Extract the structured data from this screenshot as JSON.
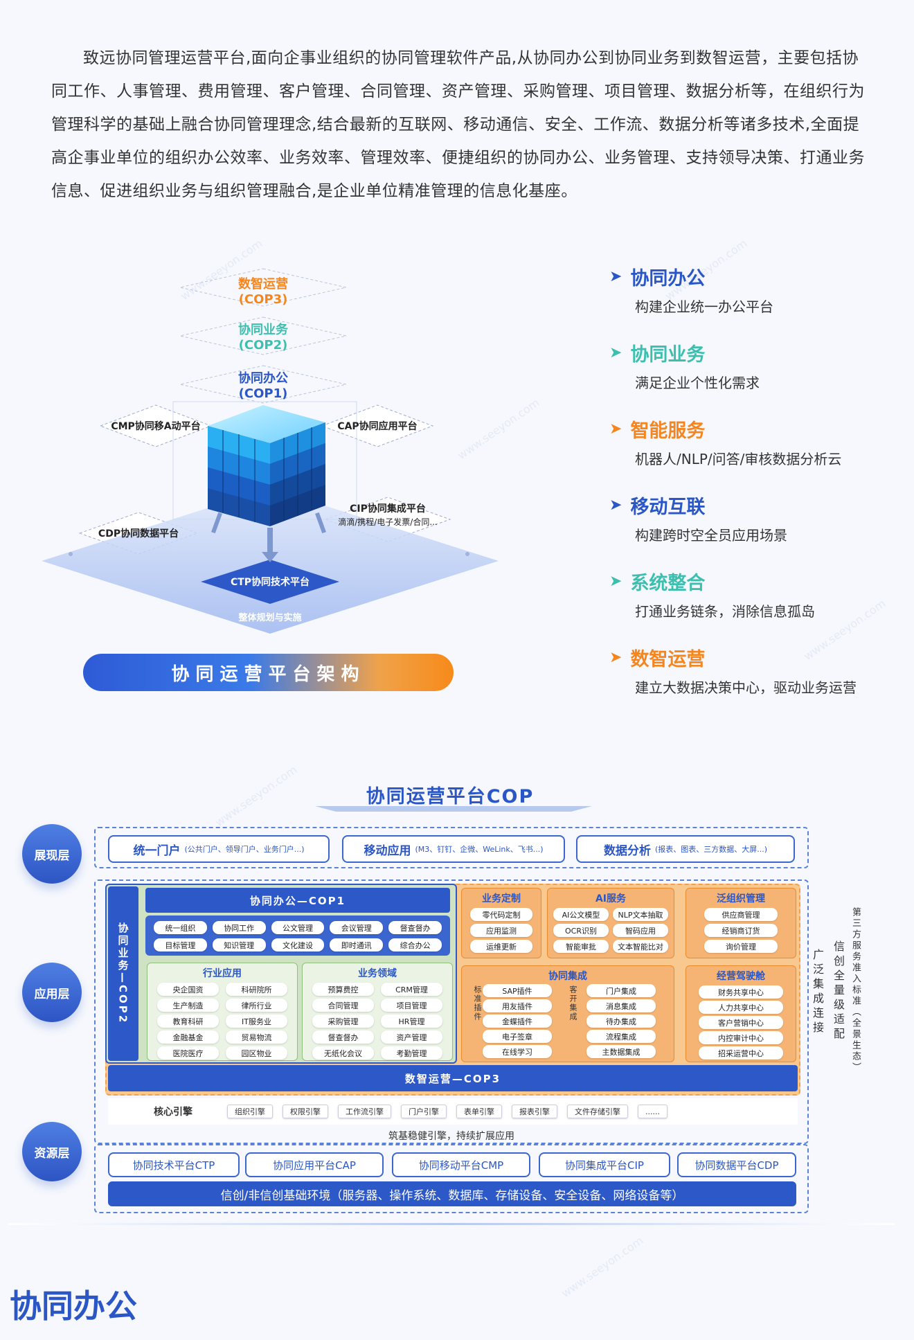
{
  "intro": "致远协同管理运营平台,面向企事业组织的协同管理软件产品,从协同办公到协同业务到数智运营，主要包括协同工作、人事管理、费用管理、客户管理、合同管理、资产管理、采购管理、项目管理、数据分析等，在组织行为管理科学的基础上融合协同管理理念,结合最新的互联网、移动通信、安全、工作流、数据分析等诸多技术,全面提高企事业单位的组织办公效率、业务效率、管理效率、便捷组织的协同办公、业务管理、支持领导决策、打通业务信息、促进组织业务与组织管理融合,是企业单位精准管理的信息化基座。",
  "hero": {
    "cop3_name": "数智运营",
    "cop3_code": "(COP3)",
    "cop2_name": "协同业务",
    "cop2_code": "(COP2)",
    "cop1_name": "协同办公",
    "cop1_code": "(COP1)",
    "cmp": "CMP协同移A动平台",
    "cap": "CAP协同应用平台",
    "cdp": "CDP协同数据平台",
    "cip": "CIP协同集成平台",
    "cip_sub": "滴滴/携程/电子发票/合同...",
    "ctp": "CTP协同技术平台",
    "base": "整体规划与实施",
    "banner": "协同运营平台架构"
  },
  "features": [
    {
      "title": "协同办公",
      "desc": "构建企业统一办公平台",
      "color": "#2a56c6"
    },
    {
      "title": "协同业务",
      "desc": "满足企业个性化需求",
      "color": "#3cbfae"
    },
    {
      "title": "智能服务",
      "desc": "机器人/NLP/问答/审核数据分析云",
      "color": "#f5861f"
    },
    {
      "title": "移动互联",
      "desc": "构建跨时空全员应用场景",
      "color": "#2a56c6"
    },
    {
      "title": "系统整合",
      "desc": "打通业务链条，消除信息孤岛",
      "color": "#3cbfae"
    },
    {
      "title": "数智运营",
      "desc": "建立大数据决策中心，驱动业务运营",
      "color": "#f5861f"
    }
  ],
  "arch": {
    "title": "协同运营平台COP",
    "layers": {
      "display": "展现层",
      "app": "应用层",
      "resource": "资源层"
    },
    "display": [
      {
        "label": "统一门户",
        "sub": "(公共门户、领导门户、业务门户...)"
      },
      {
        "label": "移动应用",
        "sub": "(M3、钉钉、企微、WeLink、飞书...)"
      },
      {
        "label": "数据分析",
        "sub": "(报表、图表、三方数据、大屏...)"
      }
    ],
    "cop2_vertical": "协同业务—COP2",
    "cop1_bar": "协同办公—COP1",
    "cop1_items": [
      "统一组织",
      "协同工作",
      "公文管理",
      "会议管理",
      "督查督办",
      "目标管理",
      "知识管理",
      "文化建设",
      "即时通讯",
      "综合办公"
    ],
    "industry": {
      "title": "行业应用",
      "items": [
        "央企国资",
        "科研院所",
        "生产制造",
        "律所行业",
        "教育科研",
        "IT服务业",
        "金融基金",
        "贸易物流",
        "医院医疗",
        "园区物业"
      ]
    },
    "biz": {
      "title": "业务领域",
      "items": [
        "预算费控",
        "CRM管理",
        "合同管理",
        "项目管理",
        "采购管理",
        "HR管理",
        "督查督办",
        "资产管理",
        "无纸化会议",
        "考勤管理"
      ]
    },
    "custom": {
      "title": "业务定制",
      "items": [
        "零代码定制",
        "应用监测",
        "运维更新"
      ]
    },
    "ai": {
      "title": "AI服务",
      "items": [
        "AI公文模型",
        "NLP文本抽取",
        "OCR识别",
        "智码应用",
        "智能审批",
        "文本智能比对"
      ]
    },
    "pan": {
      "title": "泛组织管理",
      "items": [
        "供应商管理",
        "经销商订货",
        "询价管理"
      ]
    },
    "integration": {
      "title": "协同集成",
      "left_label": "标准插件",
      "right_label": "客开集成",
      "left": [
        "SAP插件",
        "用友插件",
        "金蝶插件",
        "电子签章",
        "在线学习"
      ],
      "right": [
        "门户集成",
        "消息集成",
        "待办集成",
        "流程集成",
        "主数据集成"
      ]
    },
    "cockpit": {
      "title": "经营驾驶舱",
      "items": [
        "财务共享中心",
        "人力共享中心",
        "客户营销中心",
        "内控审计中心",
        "招采运营中心"
      ]
    },
    "cop3_bar": "数智运营—COP3",
    "engine_label": "核心引擎",
    "engines": [
      "组织引擎",
      "权限引擎",
      "工作流引擎",
      "门户引擎",
      "表单引擎",
      "报表引擎",
      "文件存储引擎",
      "......"
    ],
    "engine_caption": "筑基稳健引擎，持续扩展应用",
    "right_v1": "广泛集成连接",
    "right_v2": "信创全量级适配",
    "right_v3": "第三方服务准入标准（全景生态）",
    "platforms": [
      "协同技术平台CTP",
      "协同应用平台CAP",
      "协同移动平台CMP",
      "协同集成平台CIP",
      "协同数据平台CDP"
    ],
    "infra": "信创/非信创基础环境（服务器、操作系统、数据库、存储设备、安全设备、网络设备等）"
  },
  "bottom_title": "协同办公",
  "watermark": "www.seeyon.com",
  "colors": {
    "primary": "#2a56c6",
    "teal": "#3cbfae",
    "orange": "#f5861f",
    "green_panel": "#cfe3c4",
    "orange_panel": "#f7c795"
  }
}
